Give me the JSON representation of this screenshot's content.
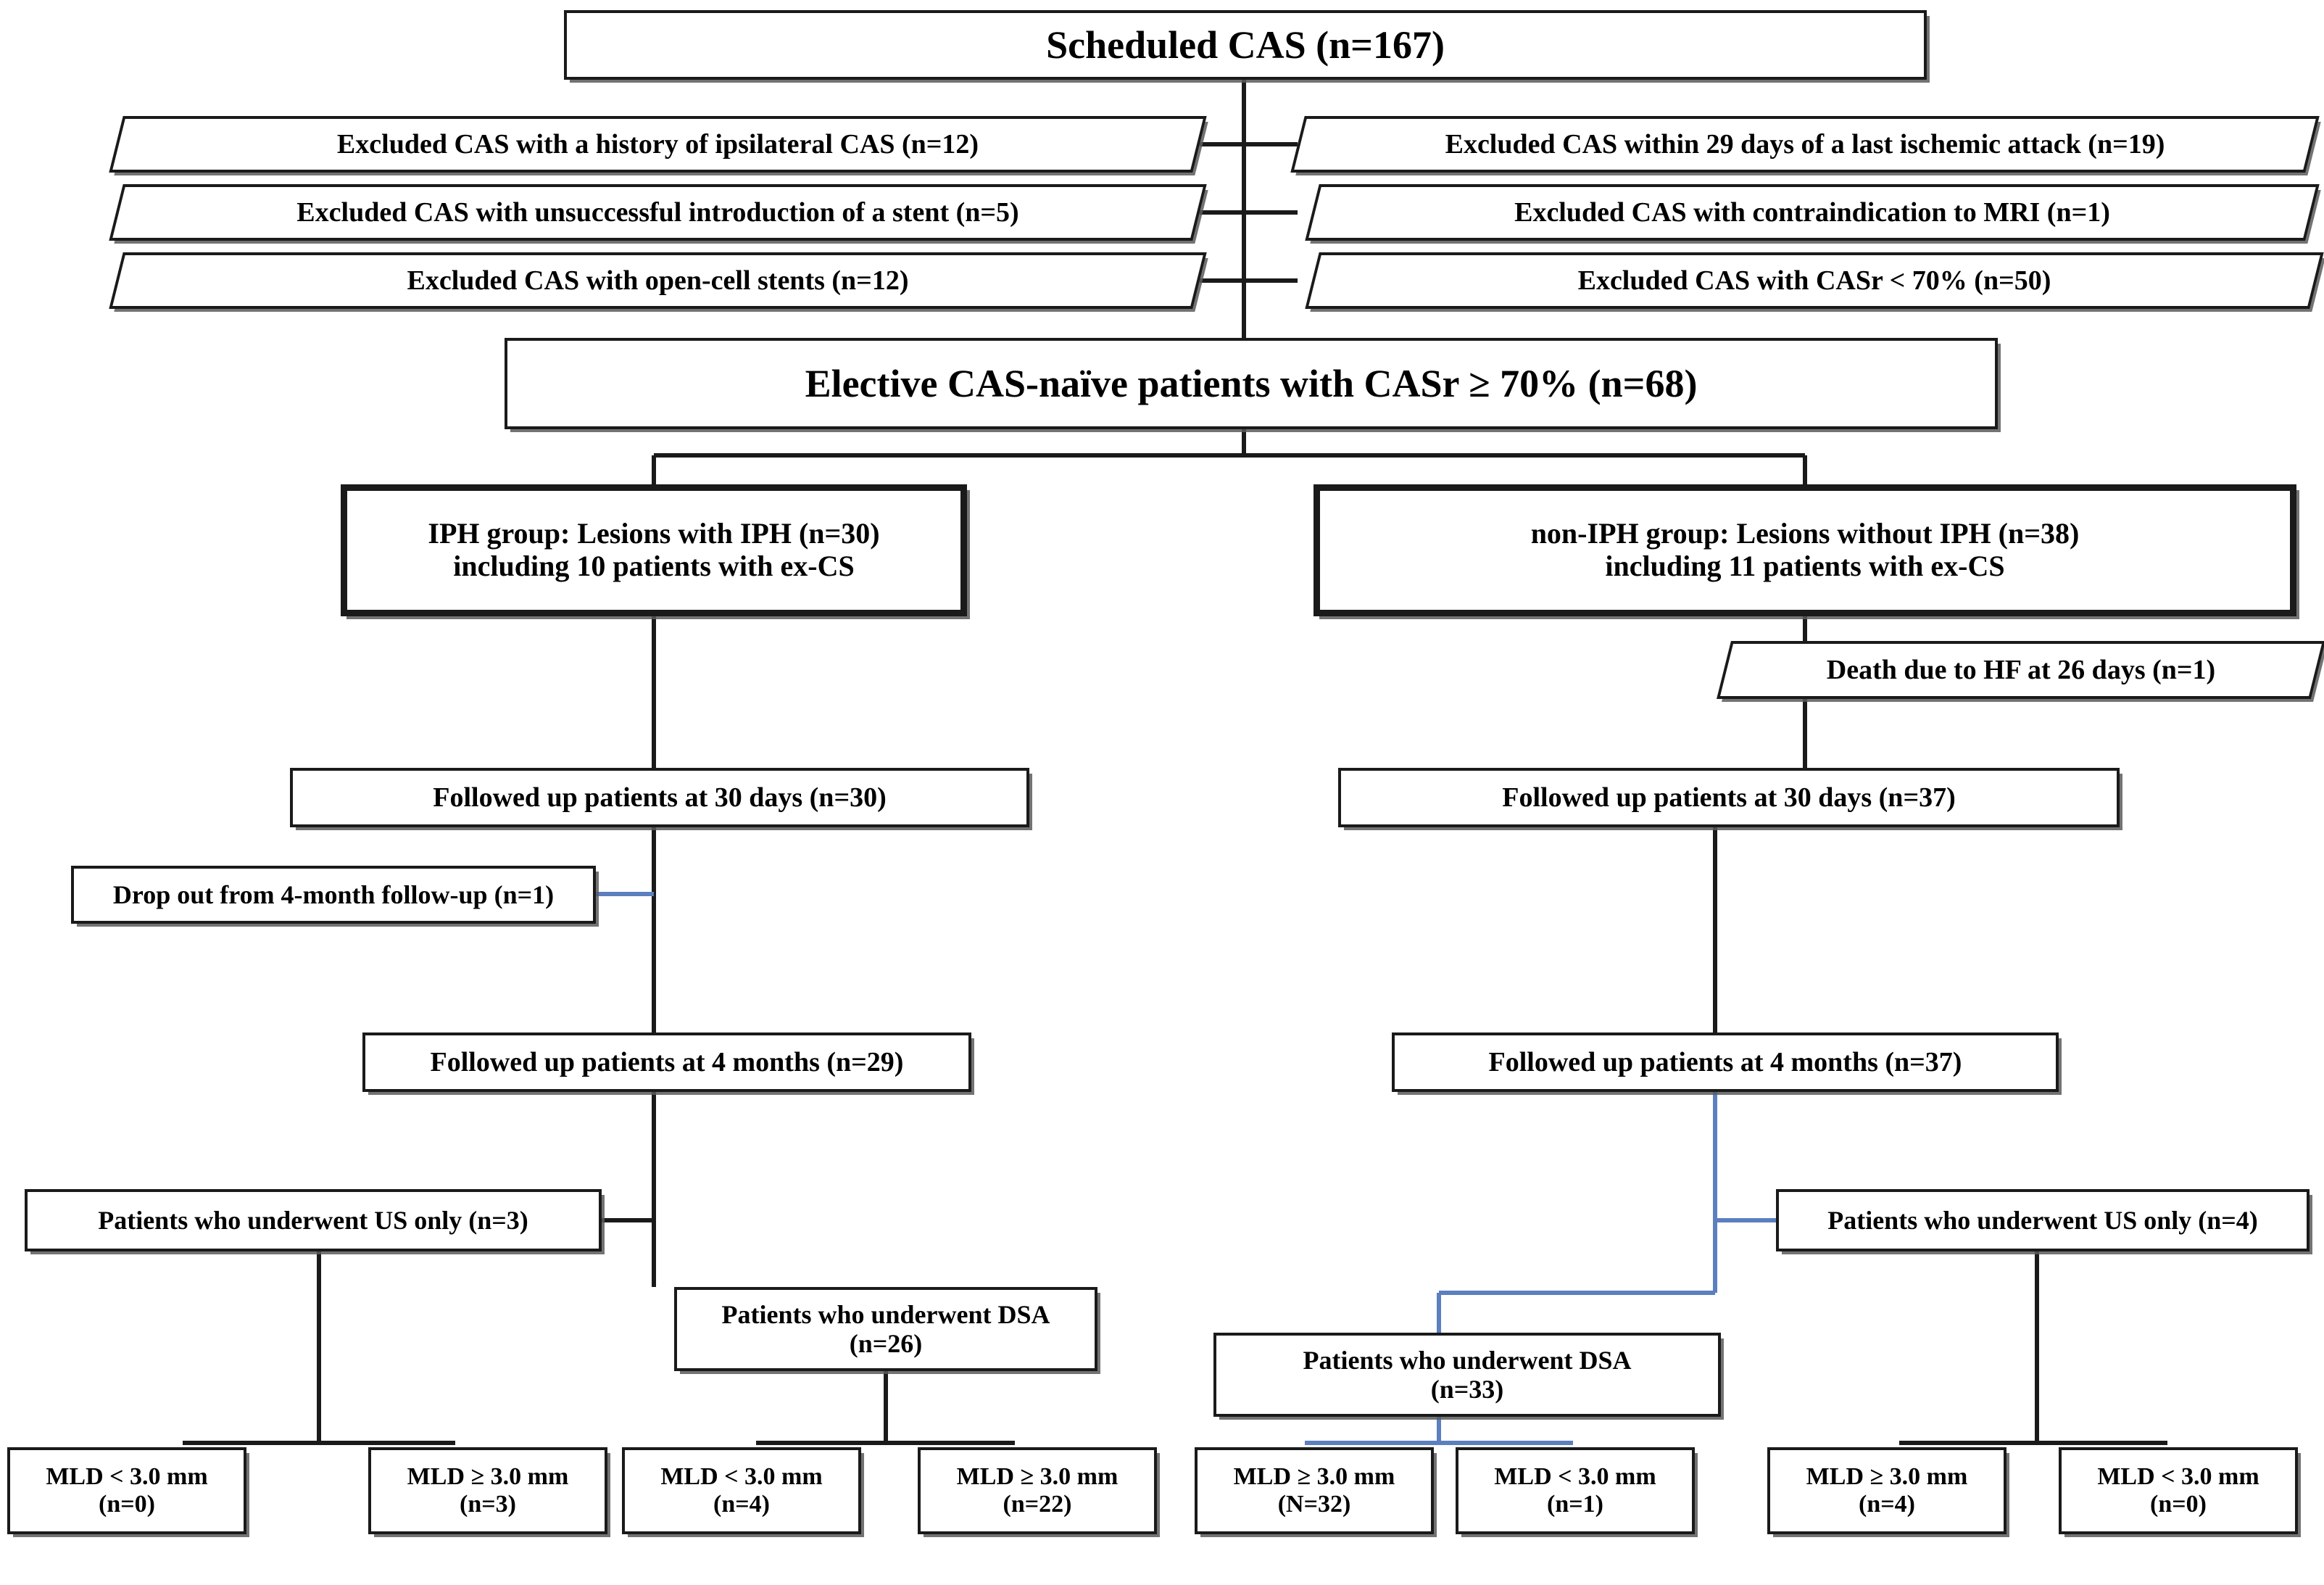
{
  "diagram": {
    "title": "Patient selection flowchart for CAS study",
    "colors": {
      "line_black": "#1a1a1a",
      "line_blue": "#5b7fbf",
      "box_border": "#1a1a1a",
      "box_fill": "#ffffff",
      "shadow": "#5a5a5a"
    },
    "nodes": {
      "scheduled": {
        "label": "Scheduled CAS (n=167)"
      },
      "excl_left": [
        {
          "label": "Excluded CAS with a history of ipsilateral CAS (n=12)"
        },
        {
          "label": "Excluded CAS with unsuccessful introduction of a stent (n=5)"
        },
        {
          "label": "Excluded CAS with open-cell stents (n=12)"
        }
      ],
      "excl_right": [
        {
          "label": "Excluded CAS within 29 days of a last ischemic attack (n=19)"
        },
        {
          "label": "Excluded CAS with contraindication to MRI (n=1)"
        },
        {
          "label": "Excluded CAS with CASr < 70% (n=50)"
        }
      ],
      "elective": {
        "label": "Elective CAS-naïve patients with CASr ≥ 70%  (n=68)"
      },
      "iph_group": {
        "line1": "IPH group: Lesions with IPH (n=30)",
        "line2": "including 10 patients with ex-CS"
      },
      "non_iph_group": {
        "line1": "non-IPH group: Lesions without IPH (n=38)",
        "line2": "including 11 patients with ex-CS"
      },
      "death_hf": {
        "label": "Death due to HF at 26 days (n=1)"
      },
      "fu30_left": {
        "label": "Followed up patients at 30 days (n=30)"
      },
      "fu30_right": {
        "label": "Followed up patients at 30 days (n=37)"
      },
      "dropout": {
        "label": "Drop out from 4-month follow-up (n=1)"
      },
      "fu4m_left": {
        "label": "Followed up patients at 4 months (n=29)"
      },
      "fu4m_right": {
        "label": "Followed up patients at 4 months  (n=37)"
      },
      "us_only_left": {
        "label": "Patients who underwent US only (n=3)"
      },
      "us_only_right": {
        "label": "Patients who underwent US only (n=4)"
      },
      "dsa_left": {
        "line1": "Patients who underwent DSA",
        "line2": "(n=26)"
      },
      "dsa_right": {
        "line1": "Patients who underwent DSA",
        "line2": "(n=33)"
      },
      "mld": [
        {
          "line1": "MLD < 3.0 mm",
          "line2": "(n=0)"
        },
        {
          "line1": "MLD ≥ 3.0 mm",
          "line2": "(n=3)"
        },
        {
          "line1": "MLD < 3.0 mm",
          "line2": "(n=4)"
        },
        {
          "line1": "MLD ≥ 3.0 mm",
          "line2": "(n=22)"
        },
        {
          "line1": "MLD ≥ 3.0 mm",
          "line2": "(N=32)"
        },
        {
          "line1": "MLD < 3.0 mm",
          "line2": "(n=1)"
        },
        {
          "line1": "MLD ≥ 3.0 mm",
          "line2": "(n=4)"
        },
        {
          "line1": "MLD < 3.0 mm",
          "line2": "(n=0)"
        }
      ]
    }
  }
}
